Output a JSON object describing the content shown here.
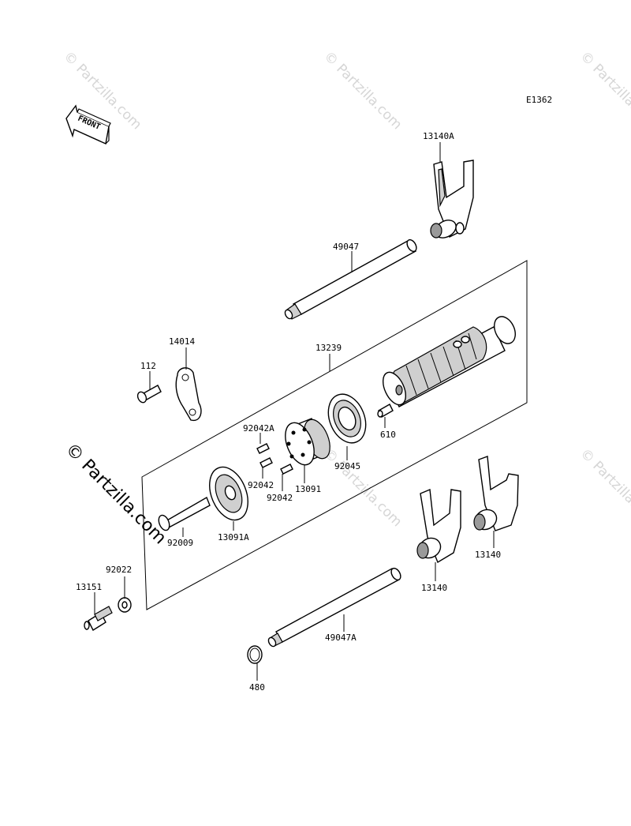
{
  "diagram_code": "E1362",
  "front_label": "FRONT",
  "watermark": "© Partzilla.com",
  "parts": [
    {
      "id": "p13140A",
      "number": "13140A"
    },
    {
      "id": "p49047",
      "number": "49047"
    },
    {
      "id": "p14014",
      "number": "14014"
    },
    {
      "id": "p112",
      "number": "112"
    },
    {
      "id": "p13239",
      "number": "13239"
    },
    {
      "id": "p92042A",
      "number": "92042A"
    },
    {
      "id": "p610",
      "number": "610"
    },
    {
      "id": "p92045",
      "number": "92045"
    },
    {
      "id": "p92042a",
      "number": "92042"
    },
    {
      "id": "p92042b",
      "number": "92042"
    },
    {
      "id": "p13091",
      "number": "13091"
    },
    {
      "id": "p92009",
      "number": "92009"
    },
    {
      "id": "p13091A",
      "number": "13091A"
    },
    {
      "id": "p92022",
      "number": "92022"
    },
    {
      "id": "p13151",
      "number": "13151"
    },
    {
      "id": "p13140b",
      "number": "13140"
    },
    {
      "id": "p13140c",
      "number": "13140"
    },
    {
      "id": "p49047A",
      "number": "49047A"
    },
    {
      "id": "p480",
      "number": "480"
    }
  ]
}
